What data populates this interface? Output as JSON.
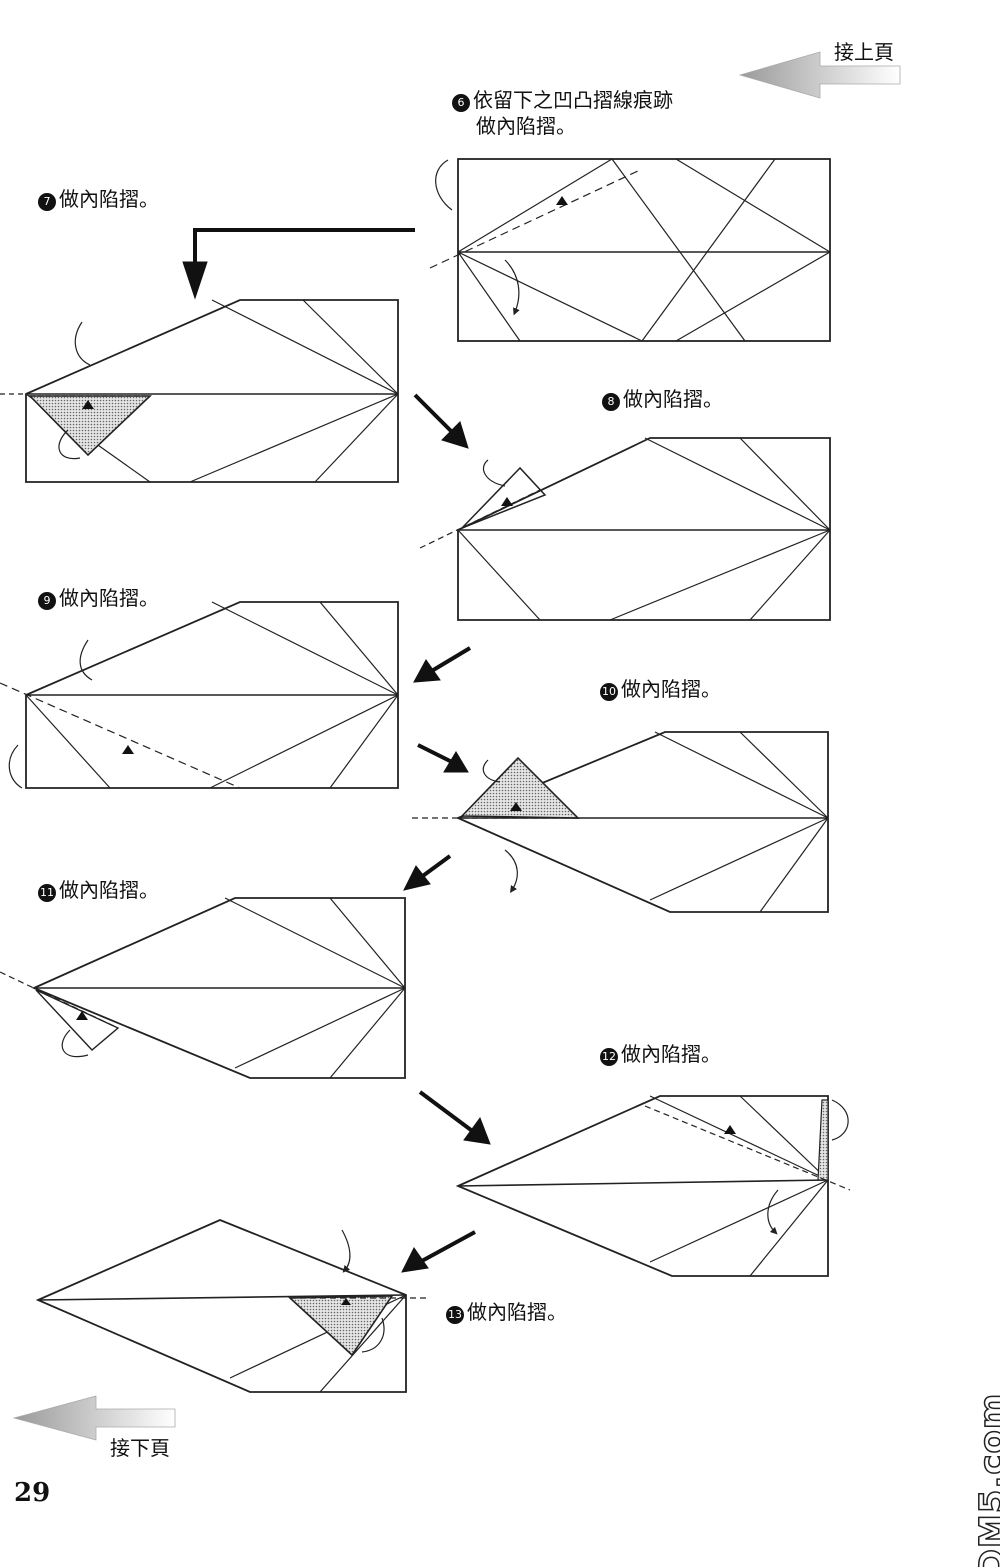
{
  "nav": {
    "prev_label": "接上頁",
    "next_label": "接下頁"
  },
  "page_number": "29",
  "watermark": "DM5.com",
  "steps": [
    {
      "num": "6",
      "text": "依留下之凹凸摺線痕跡",
      "text2": "做內陷摺。"
    },
    {
      "num": "7",
      "text": "做內陷摺。"
    },
    {
      "num": "8",
      "text": "做內陷摺。"
    },
    {
      "num": "9",
      "text": "做內陷摺。"
    },
    {
      "num": "10",
      "text": "做內陷摺。"
    },
    {
      "num": "11",
      "text": "做內陷摺。"
    },
    {
      "num": "12",
      "text": "做內陷摺。"
    },
    {
      "num": "13",
      "text": "做內陷摺。"
    }
  ],
  "colors": {
    "line": "#222222",
    "fill": "#bdbdbd",
    "arrow_fade": "#c8c8c8"
  }
}
